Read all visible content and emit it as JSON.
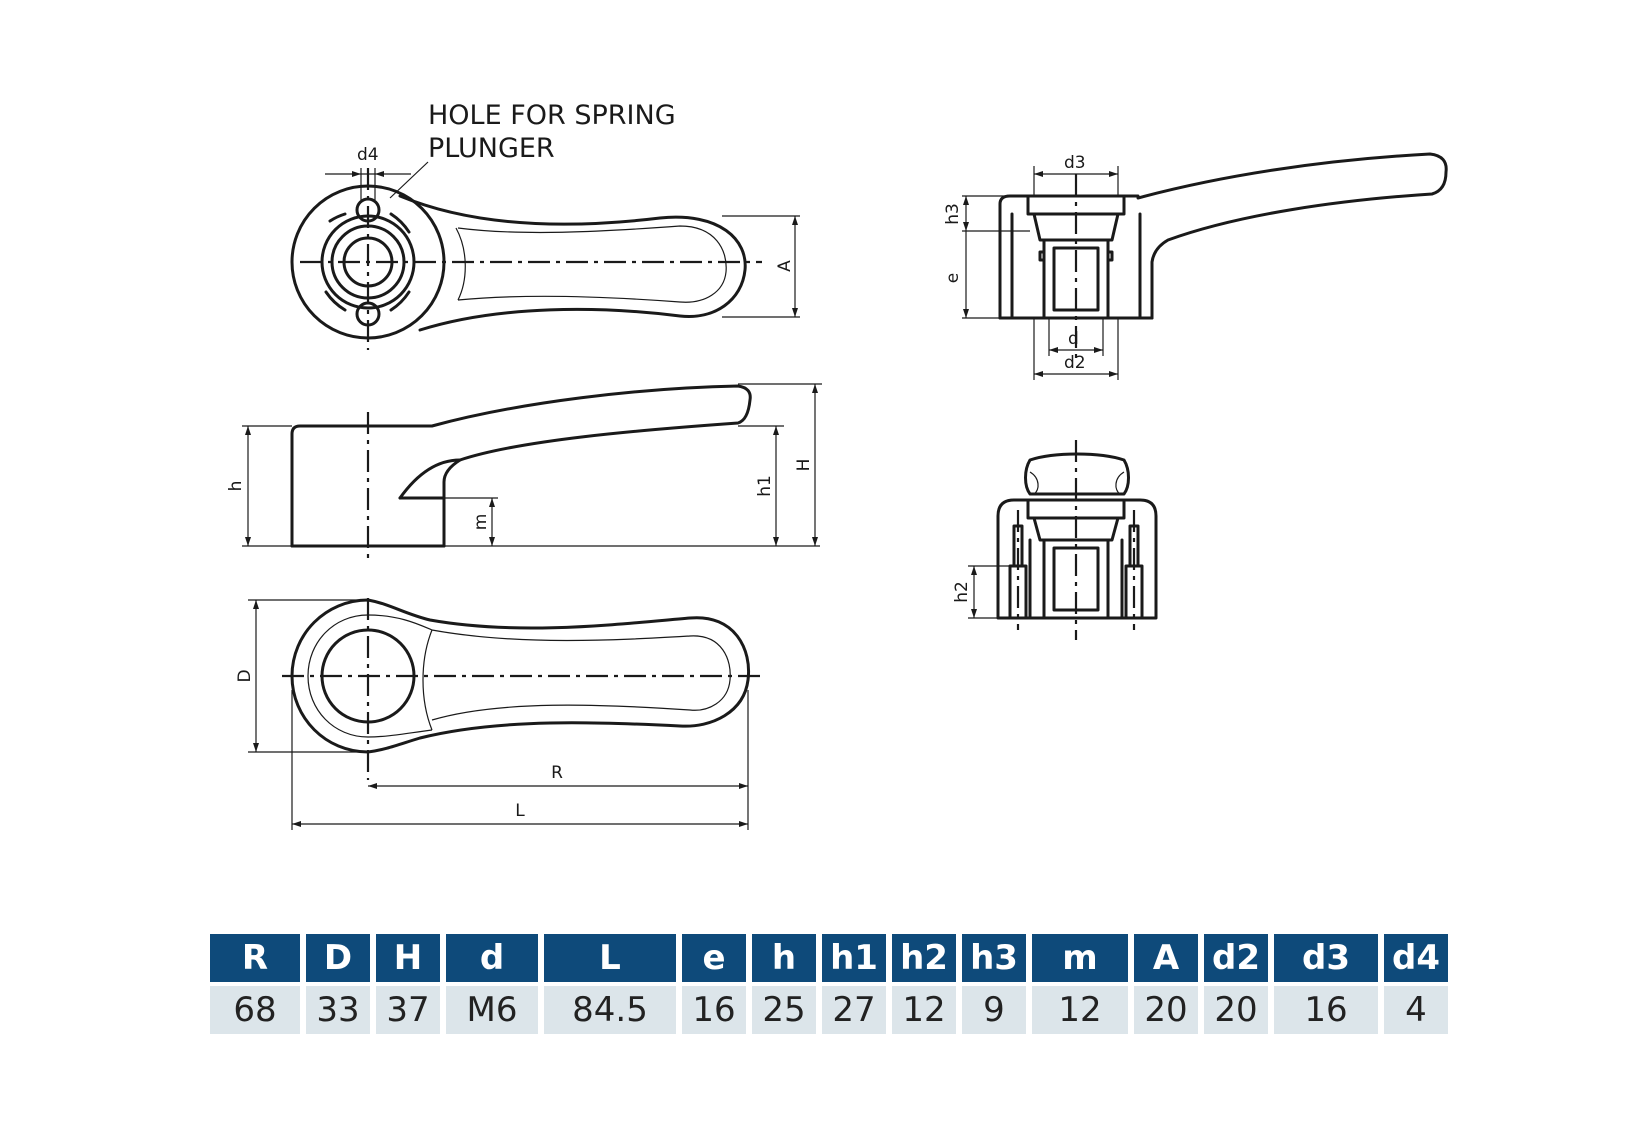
{
  "labels": {
    "note_line1": "HOLE FOR SPRING",
    "note_line2": "PLUNGER",
    "d4": "d4",
    "A": "A",
    "h": "h",
    "m": "m",
    "h1": "h1",
    "H": "H",
    "D": "D",
    "R": "R",
    "L": "L",
    "d3": "d3",
    "h3": "h3",
    "e": "e",
    "d": "d",
    "d2": "d2",
    "h2": "h2"
  },
  "table": {
    "headers": [
      "R",
      "D",
      "H",
      "d",
      "L",
      "e",
      "h",
      "h1",
      "h2",
      "h3",
      "m",
      "A",
      "d2",
      "d3",
      "d4"
    ],
    "values": [
      "68",
      "33",
      "37",
      "M6",
      "84.5",
      "16",
      "25",
      "27",
      "12",
      "9",
      "12",
      "20",
      "20",
      "16",
      "4"
    ]
  },
  "colors": {
    "header_bg": "#0e4a7a",
    "cell_bg": "#dce5ea",
    "line": "#1a1a1a"
  }
}
